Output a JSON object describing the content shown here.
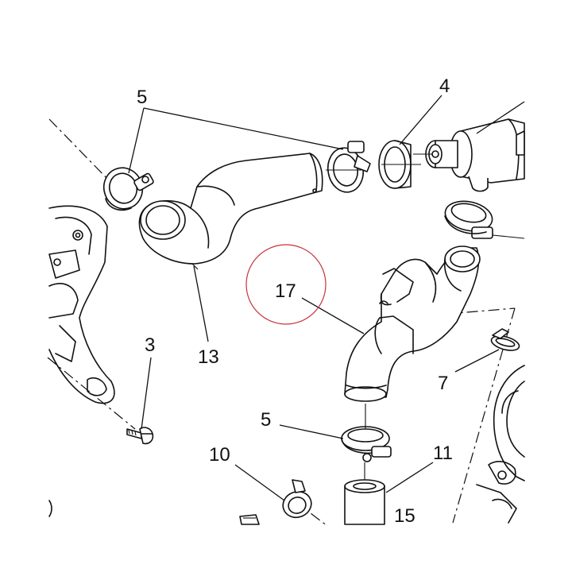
{
  "callouts": {
    "c5a": "5",
    "c4": "4",
    "c3": "3",
    "c13": "13",
    "c17": "17",
    "c7": "7",
    "c5b": "5",
    "c10": "10",
    "c11": "11",
    "c15": "15"
  },
  "colors": {
    "line": "#111111",
    "highlight_circle": "#c8323c",
    "background": "#ffffff"
  }
}
